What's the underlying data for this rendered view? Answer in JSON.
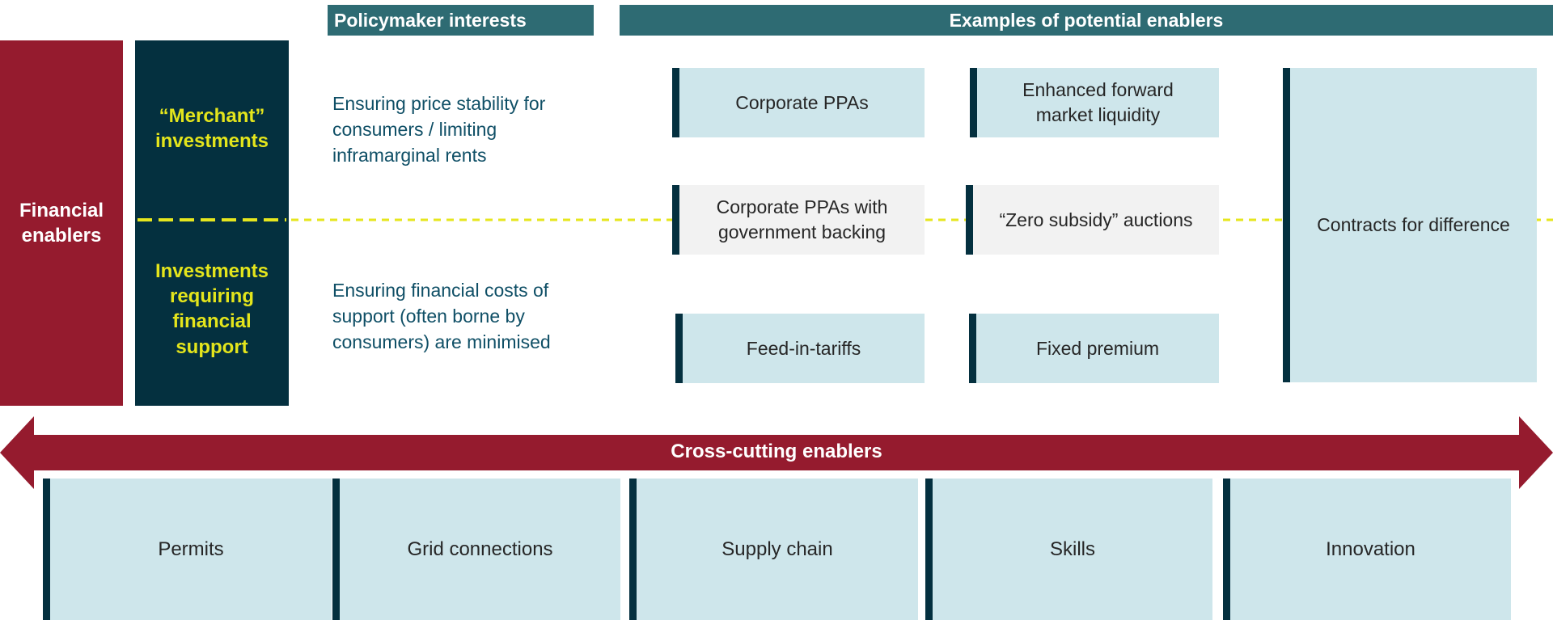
{
  "headers": {
    "policymaker": "Policymaker interests",
    "examples": "Examples of potential enablers"
  },
  "financial_enablers": "Financial enablers",
  "categories": {
    "merchant": "“Merchant” investments",
    "support": "Investments requiring financial support"
  },
  "interests": {
    "price_stability": "Ensuring price stability for consumers / limiting inframarginal rents",
    "financial_costs": "Ensuring financial costs of support (often borne by consumers) are minimised"
  },
  "enablers": {
    "corporate_ppas": "Corporate PPAs",
    "forward_liquidity": "Enhanced forward market liquidity",
    "corporate_ppas_gov": "Corporate PPAs with government backing",
    "zero_subsidy": "“Zero subsidy” auctions",
    "feed_in_tariffs": "Feed-in-tariffs",
    "fixed_premium": "Fixed premium",
    "cfd": "Contracts for difference"
  },
  "cross_cutting": {
    "label": "Cross-cutting enablers",
    "items": [
      "Permits",
      "Grid connections",
      "Supply chain",
      "Skills",
      "Innovation"
    ]
  },
  "colors": {
    "header_teal": "#2e6b73",
    "financial_red": "#951b2e",
    "category_navy": "#04303f",
    "category_text_yellow": "#e4e51c",
    "box_light_blue": "#cee6eb",
    "box_grey": "#f2f2f2",
    "dash_yellow": "#e6e61e",
    "interest_text": "#0f4f66"
  }
}
